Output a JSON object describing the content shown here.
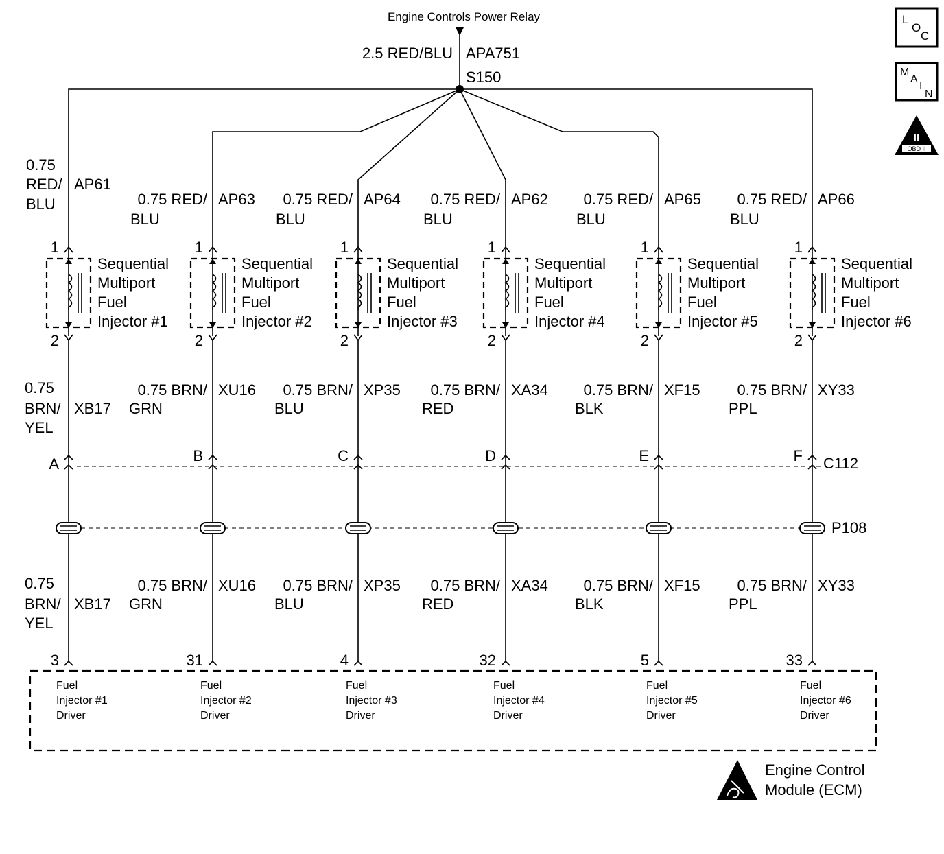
{
  "relay_label": "Engine Controls Power Relay",
  "feed_wire": {
    "size_color": "2.5 RED/BLU",
    "circuit": "APA751"
  },
  "splice_label": "S150",
  "connectors": {
    "c112": "C112",
    "p108": "P108"
  },
  "module_name_line1": "Engine Control",
  "module_name_line2": "Module (ECM)",
  "icons": {
    "loc": [
      "L",
      "O",
      "C"
    ],
    "main": [
      "M",
      "A",
      "I",
      "N"
    ],
    "obd": {
      "numeral": "II",
      "label": "OBD II"
    }
  },
  "injectors": [
    {
      "top_wire": [
        "0.75",
        "RED/",
        "BLU"
      ],
      "top_circuit": "AP61",
      "pin_top": "1",
      "pin_bottom": "2",
      "name": [
        "Sequential",
        "Multiport",
        "Fuel",
        "Injector #1"
      ],
      "bottom_wire": [
        "0.75",
        "BRN/",
        "YEL"
      ],
      "bottom_circuit": "XB17",
      "c112_cavity": "A",
      "ecm_pin": "3",
      "driver": [
        "Fuel",
        "Injector #1",
        "Driver"
      ]
    },
    {
      "top_wire": [
        "0.75 RED/",
        "BLU"
      ],
      "top_circuit": "AP63",
      "pin_top": "1",
      "pin_bottom": "2",
      "name": [
        "Sequential",
        "Multiport",
        "Fuel",
        "Injector #2"
      ],
      "bottom_wire": [
        "0.75 BRN/",
        "GRN"
      ],
      "bottom_circuit": "XU16",
      "c112_cavity": "B",
      "ecm_pin": "31",
      "driver": [
        "Fuel",
        "Injector #2",
        "Driver"
      ]
    },
    {
      "top_wire": [
        "0.75 RED/",
        "BLU"
      ],
      "top_circuit": "AP64",
      "pin_top": "1",
      "pin_bottom": "2",
      "name": [
        "Sequential",
        "Multiport",
        "Fuel",
        "Injector #3"
      ],
      "bottom_wire": [
        "0.75 BRN/",
        "BLU"
      ],
      "bottom_circuit": "XP35",
      "c112_cavity": "C",
      "ecm_pin": "4",
      "driver": [
        "Fuel",
        "Injector #3",
        "Driver"
      ]
    },
    {
      "top_wire": [
        "0.75 RED/",
        "BLU"
      ],
      "top_circuit": "AP62",
      "pin_top": "1",
      "pin_bottom": "2",
      "name": [
        "Sequential",
        "Multiport",
        "Fuel",
        "Injector #4"
      ],
      "bottom_wire": [
        "0.75 BRN/",
        "RED"
      ],
      "bottom_circuit": "XA34",
      "c112_cavity": "D",
      "ecm_pin": "32",
      "driver": [
        "Fuel",
        "Injector #4",
        "Driver"
      ]
    },
    {
      "top_wire": [
        "0.75 RED/",
        "BLU"
      ],
      "top_circuit": "AP65",
      "pin_top": "1",
      "pin_bottom": "2",
      "name": [
        "Sequential",
        "Multiport",
        "Fuel",
        "Injector #5"
      ],
      "bottom_wire": [
        "0.75 BRN/",
        "BLK"
      ],
      "bottom_circuit": "XF15",
      "c112_cavity": "E",
      "ecm_pin": "5",
      "driver": [
        "Fuel",
        "Injector #5",
        "Driver"
      ]
    },
    {
      "top_wire": [
        "0.75 RED/",
        "BLU"
      ],
      "top_circuit": "AP66",
      "pin_top": "1",
      "pin_bottom": "2",
      "name": [
        "Sequential",
        "Multiport",
        "Fuel",
        "Injector #6"
      ],
      "bottom_wire": [
        "0.75 BRN/",
        "PPL"
      ],
      "bottom_circuit": "XY33",
      "c112_cavity": "F",
      "ecm_pin": "33",
      "driver": [
        "Fuel",
        "Injector #6",
        "Driver"
      ]
    }
  ]
}
